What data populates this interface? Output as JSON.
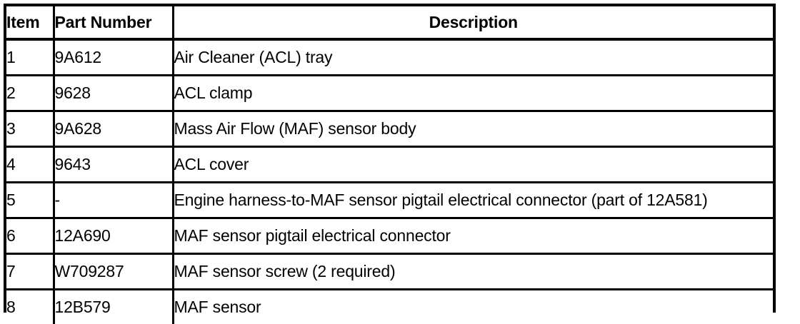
{
  "table": {
    "name": "maf-sensor-parts-table",
    "columns": [
      {
        "key": "item",
        "label": "Item",
        "align": "left"
      },
      {
        "key": "part_number",
        "label": "Part Number",
        "align": "left"
      },
      {
        "key": "description",
        "label": "Description",
        "align": "center"
      }
    ],
    "rows": [
      {
        "item": "1",
        "part_number": "9A612",
        "description": "Air Cleaner (ACL) tray"
      },
      {
        "item": "2",
        "part_number": "9628",
        "description": "ACL clamp"
      },
      {
        "item": "3",
        "part_number": "9A628",
        "description": "Mass Air Flow (MAF) sensor body"
      },
      {
        "item": "4",
        "part_number": "9643",
        "description": "ACL cover"
      },
      {
        "item": "5",
        "part_number": "-",
        "description": "Engine harness-to-MAF sensor pigtail electrical connector (part of 12A581)"
      },
      {
        "item": "6",
        "part_number": "12A690",
        "description": "MAF sensor pigtail electrical connector"
      },
      {
        "item": "7",
        "part_number": "W709287",
        "description": "MAF sensor screw (2 required)"
      },
      {
        "item": "8",
        "part_number": "12B579",
        "description": "MAF sensor"
      }
    ]
  },
  "colors": {
    "border": "#000000",
    "background": "#ffffff",
    "text": "#000000"
  }
}
